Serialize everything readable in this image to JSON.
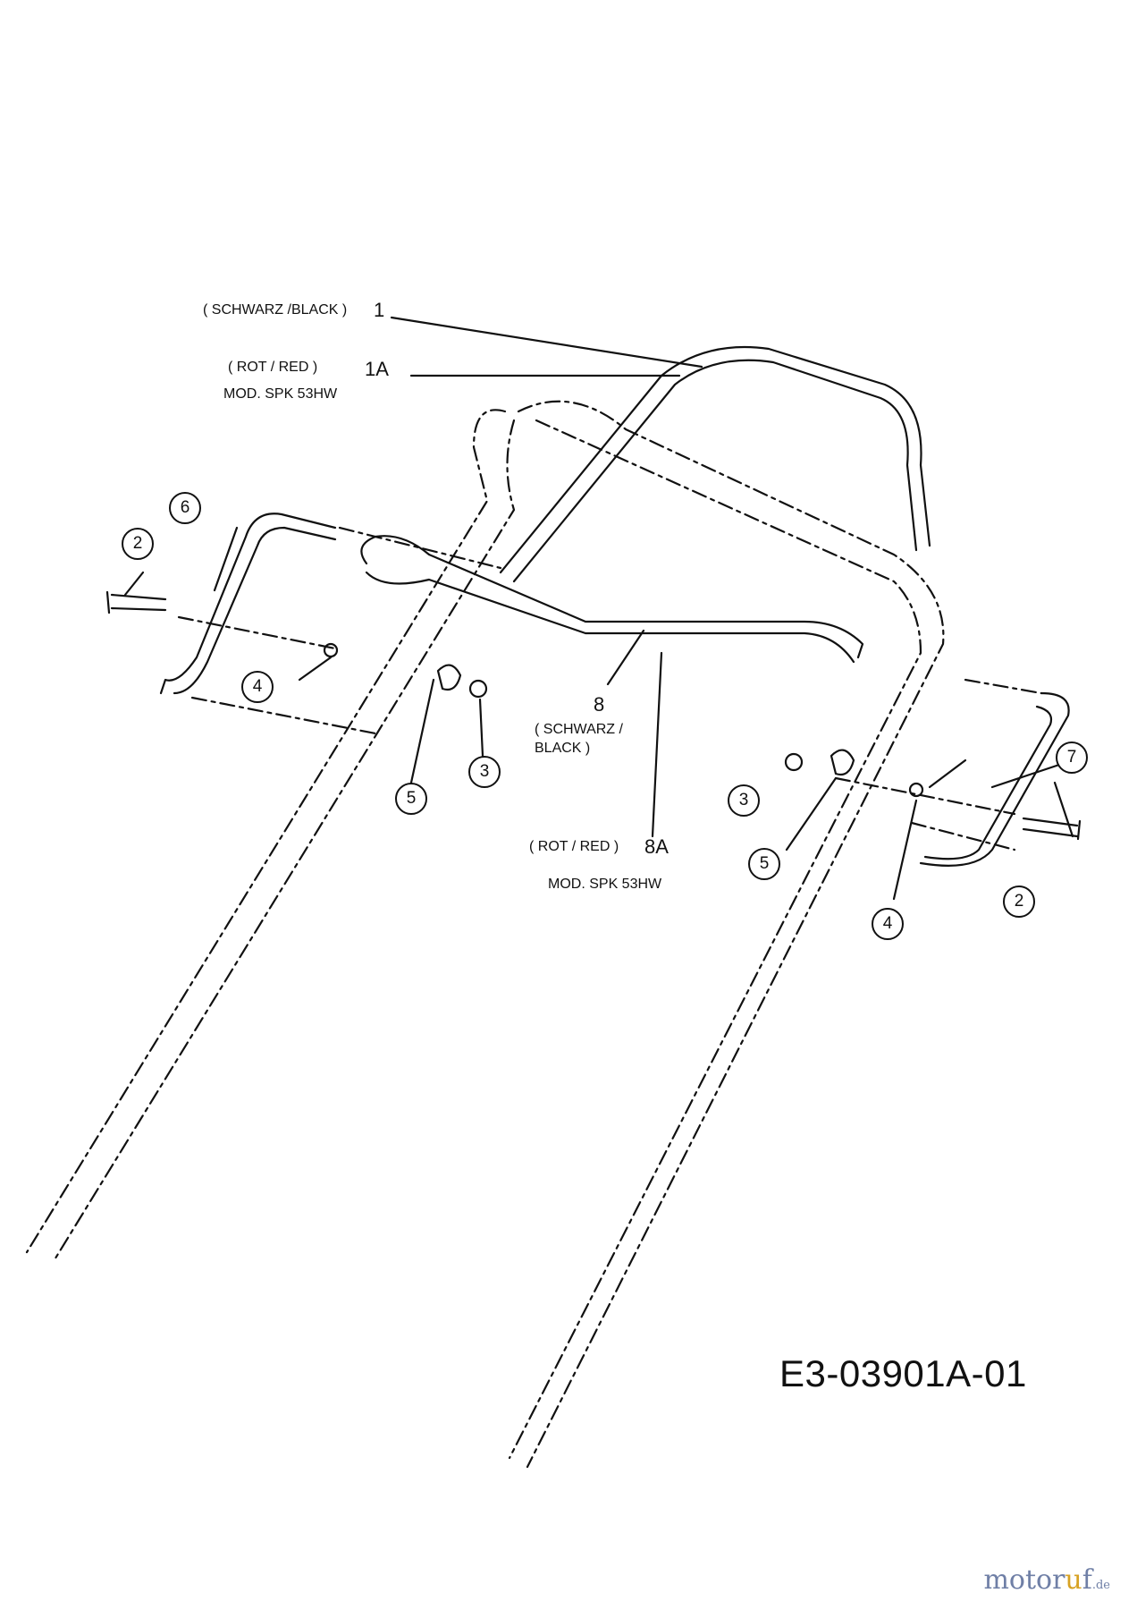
{
  "labels": {
    "part1_color": "( SCHWARZ /BLACK )",
    "part1_num": "1",
    "part1a_color": "( ROT / RED )",
    "part1a_num": "1A",
    "part1a_model": "MOD. SPK 53HW",
    "part8_num": "8",
    "part8_color_l1": "( SCHWARZ /",
    "part8_color_l2": "BLACK )",
    "part8a_color": "( ROT / RED )",
    "part8a_num": "8A",
    "part8a_model": "MOD. SPK 53HW",
    "drawing_code": "E3-03901A-01"
  },
  "callouts": [
    "2",
    "6",
    "4",
    "5",
    "3",
    "3",
    "5",
    "7",
    "2",
    "4"
  ],
  "watermark": {
    "main": "motoruf",
    "tld": ".de"
  },
  "colors": {
    "line": "#111111",
    "watermark_blue": "#6f7fa6",
    "watermark_gold": "#d7a224"
  }
}
